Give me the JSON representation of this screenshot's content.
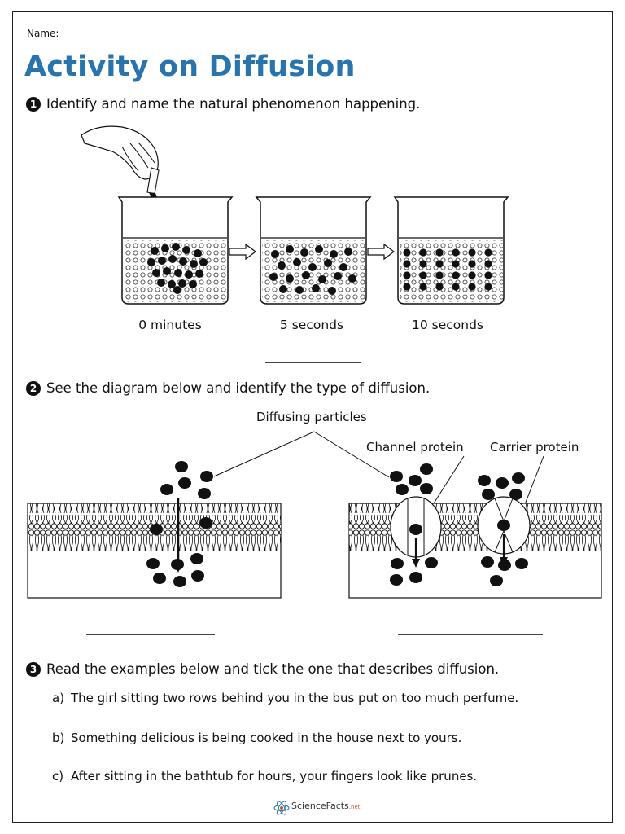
{
  "header": {
    "name_label": "Name:"
  },
  "title": "Activity on Diffusion",
  "q1": {
    "number": "1",
    "text": "Identify and name the natural phenomenon happening.",
    "captions": [
      "0 minutes",
      "5 seconds",
      "10 seconds"
    ]
  },
  "q2": {
    "number": "2",
    "text": "See the diagram below and identify the type of diffusion.",
    "labels": {
      "particles": "Diffusing particles",
      "channel": "Channel protein",
      "carrier": "Carrier protein"
    }
  },
  "q3": {
    "number": "3",
    "text": "Read the examples below and tick the one that describes diffusion.",
    "options": [
      {
        "letter": "a)",
        "text": "The girl sitting two rows behind you in the bus put on too much perfume."
      },
      {
        "letter": "b)",
        "text": "Something delicious is being cooked in the house next to yours."
      },
      {
        "letter": "c)",
        "text": "After sitting in the bathtub for hours, your fingers look like prunes."
      }
    ]
  },
  "footer": {
    "brand": "ScienceFacts",
    "brand_suffix": ".net"
  },
  "colors": {
    "title": "#2a74ad",
    "ink": "#111111"
  }
}
